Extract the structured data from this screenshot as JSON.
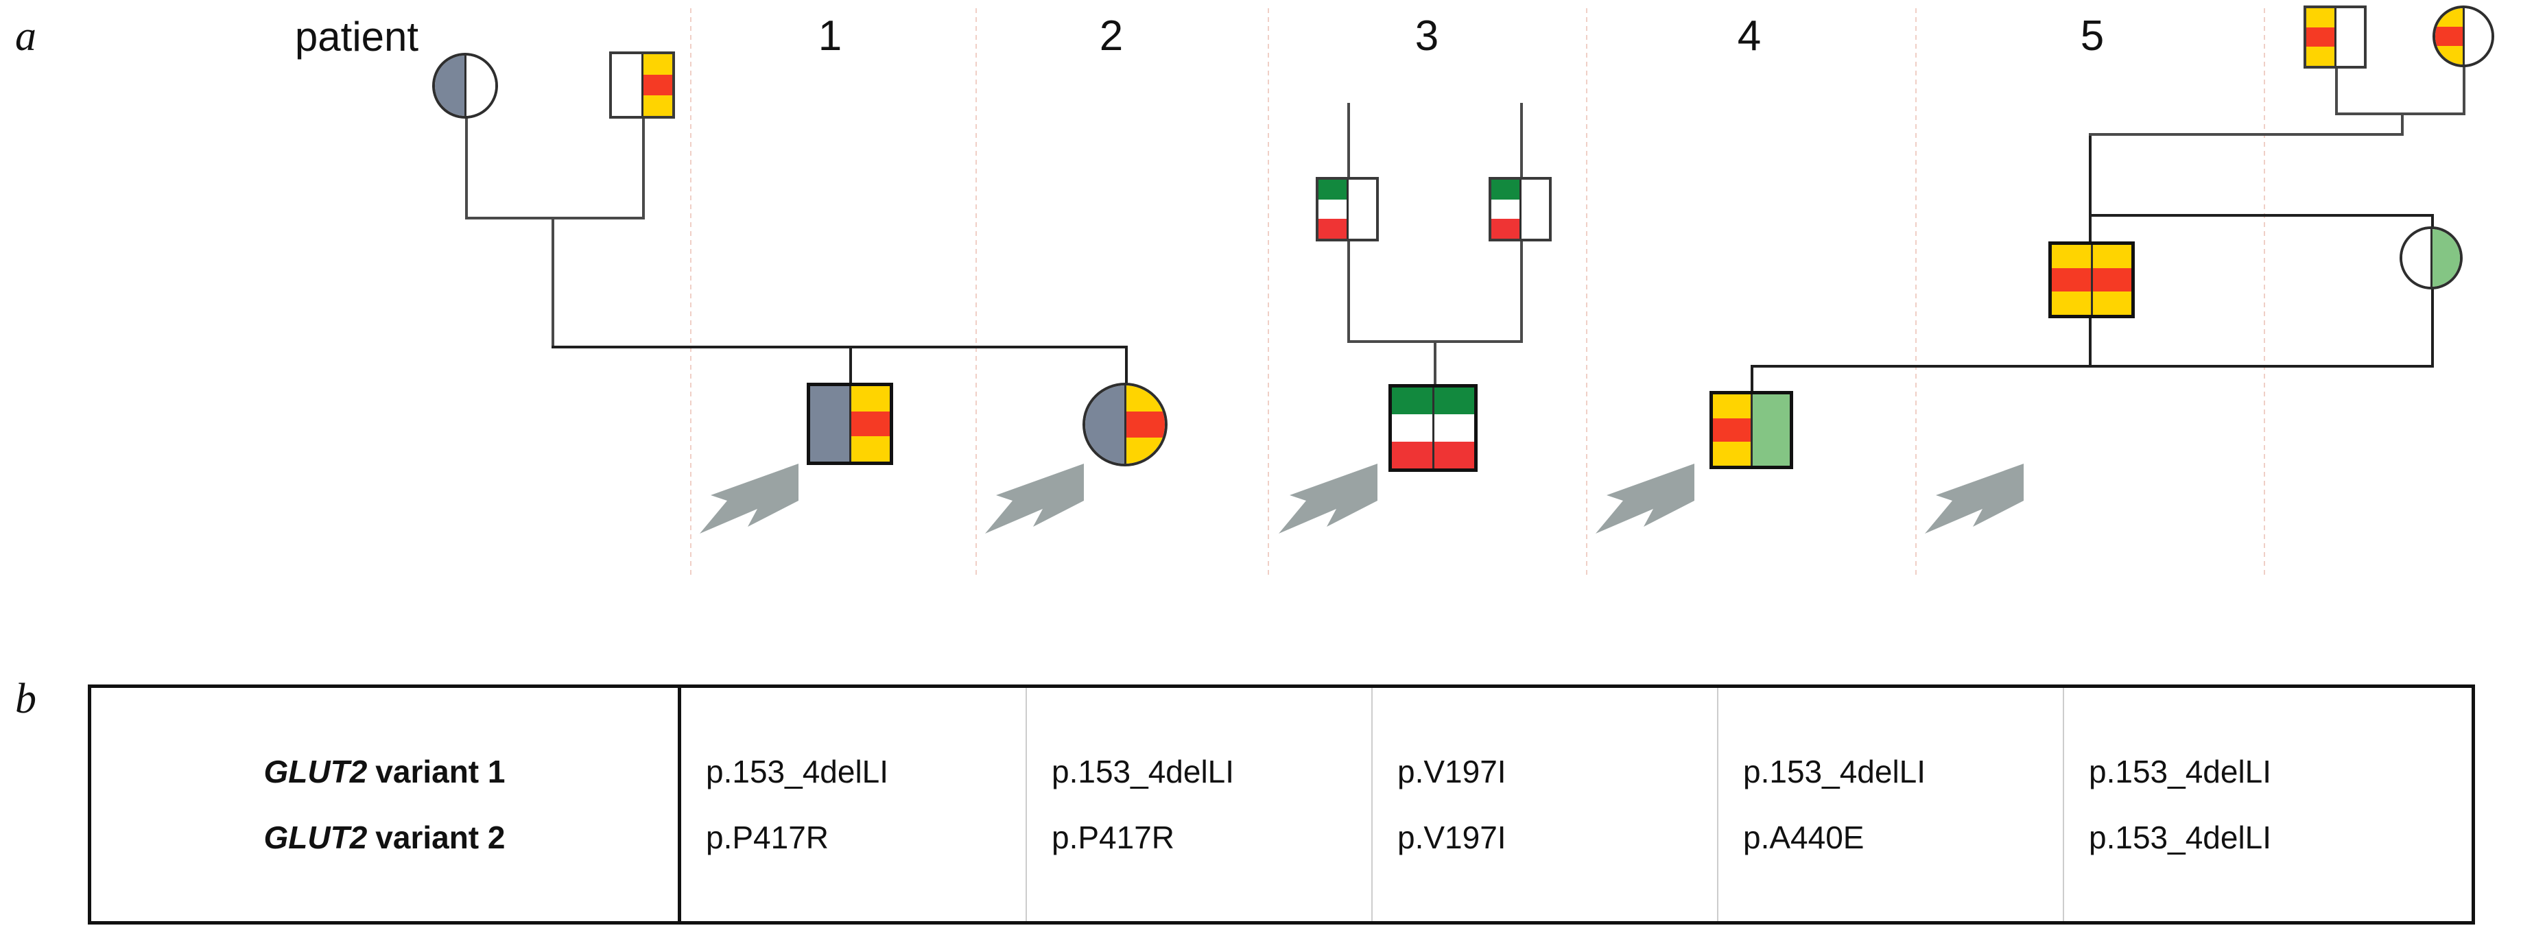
{
  "figure": {
    "panel_a_letter": "a",
    "panel_b_letter": "b"
  },
  "panel_a": {
    "patient_word_label": "patient",
    "column_labels": [
      "1",
      "2",
      "3",
      "4",
      "5"
    ],
    "legend_colors": {
      "grey_blue": "#7a8699",
      "yellow": "#ffd400",
      "red": "#f53a24",
      "dark_green": "#12893e",
      "light_green": "#84c584",
      "white": "#ffffff",
      "symbol_outline": "#2e2e2e",
      "connector_line": "#4a4a4a",
      "arrow_grey": "#9aa3a3",
      "divider_pink": "#f0cfc6"
    },
    "individuals": [
      {
        "id": "f1-mother",
        "shape": "circle",
        "allele_left": [
          "grey_blue"
        ],
        "allele_right": [
          "white"
        ],
        "generation": "parent"
      },
      {
        "id": "f1-father",
        "shape": "square",
        "allele_left": [
          "white"
        ],
        "allele_right": [
          "yellow",
          "red",
          "yellow"
        ],
        "generation": "parent"
      },
      {
        "id": "patient-1",
        "shape": "square",
        "allele_left": [
          "grey_blue"
        ],
        "allele_right": [
          "yellow",
          "red",
          "yellow"
        ],
        "generation": "child",
        "proband": true
      },
      {
        "id": "patient-2",
        "shape": "circle",
        "allele_left": [
          "grey_blue"
        ],
        "allele_right": [
          "yellow",
          "red",
          "yellow"
        ],
        "generation": "child",
        "proband": true
      },
      {
        "id": "f3-parent-left",
        "shape": "square",
        "allele_left": [
          "dark_green",
          "white",
          "red"
        ],
        "allele_right": [
          "white"
        ],
        "generation": "parent"
      },
      {
        "id": "f3-parent-right",
        "shape": "square",
        "allele_left": [
          "dark_green",
          "white",
          "red"
        ],
        "allele_right": [
          "white"
        ],
        "generation": "parent"
      },
      {
        "id": "patient-3",
        "shape": "square",
        "allele_left": [
          "dark_green",
          "white",
          "red"
        ],
        "allele_right": [
          "dark_green",
          "white",
          "red"
        ],
        "generation": "child",
        "proband": true
      },
      {
        "id": "patient-4",
        "shape": "square",
        "allele_left": [
          "yellow",
          "red",
          "yellow"
        ],
        "allele_right": [
          "light_green"
        ],
        "generation": "child",
        "proband": true
      },
      {
        "id": "f5-grandfather",
        "shape": "square",
        "allele_left": [
          "yellow",
          "red",
          "yellow"
        ],
        "allele_right": [
          "white"
        ],
        "generation": "grandparent"
      },
      {
        "id": "f5-grandmother",
        "shape": "circle",
        "allele_left": [
          "yellow",
          "red",
          "yellow"
        ],
        "allele_right": [
          "white"
        ],
        "generation": "grandparent"
      },
      {
        "id": "patient-5",
        "shape": "square",
        "allele_left": [
          "yellow",
          "red",
          "yellow"
        ],
        "allele_right": [
          "yellow",
          "red",
          "yellow"
        ],
        "generation": "child",
        "proband": true
      },
      {
        "id": "f5-mother",
        "shape": "circle",
        "allele_left": [
          "white"
        ],
        "allele_right": [
          "light_green"
        ],
        "generation": "parent"
      }
    ],
    "proband_arrow_count": 5
  },
  "panel_b": {
    "row_headers": [
      {
        "gene": "GLUT2",
        "suffix": "variant 1"
      },
      {
        "gene": "GLUT2",
        "suffix": "variant 2"
      }
    ],
    "columns": [
      {
        "patient": "1",
        "variant_1": "p.153_4delLI",
        "variant_2": "p.P417R"
      },
      {
        "patient": "2",
        "variant_1": "p.153_4delLI",
        "variant_2": "p.P417R"
      },
      {
        "patient": "3",
        "variant_1": "p.V197I",
        "variant_2": "p.V197I"
      },
      {
        "patient": "4",
        "variant_1": "p.153_4delLI",
        "variant_2": "p.A440E"
      },
      {
        "patient": "5",
        "variant_1": "p.153_4delLI",
        "variant_2": "p.153_4delLI"
      }
    ]
  }
}
